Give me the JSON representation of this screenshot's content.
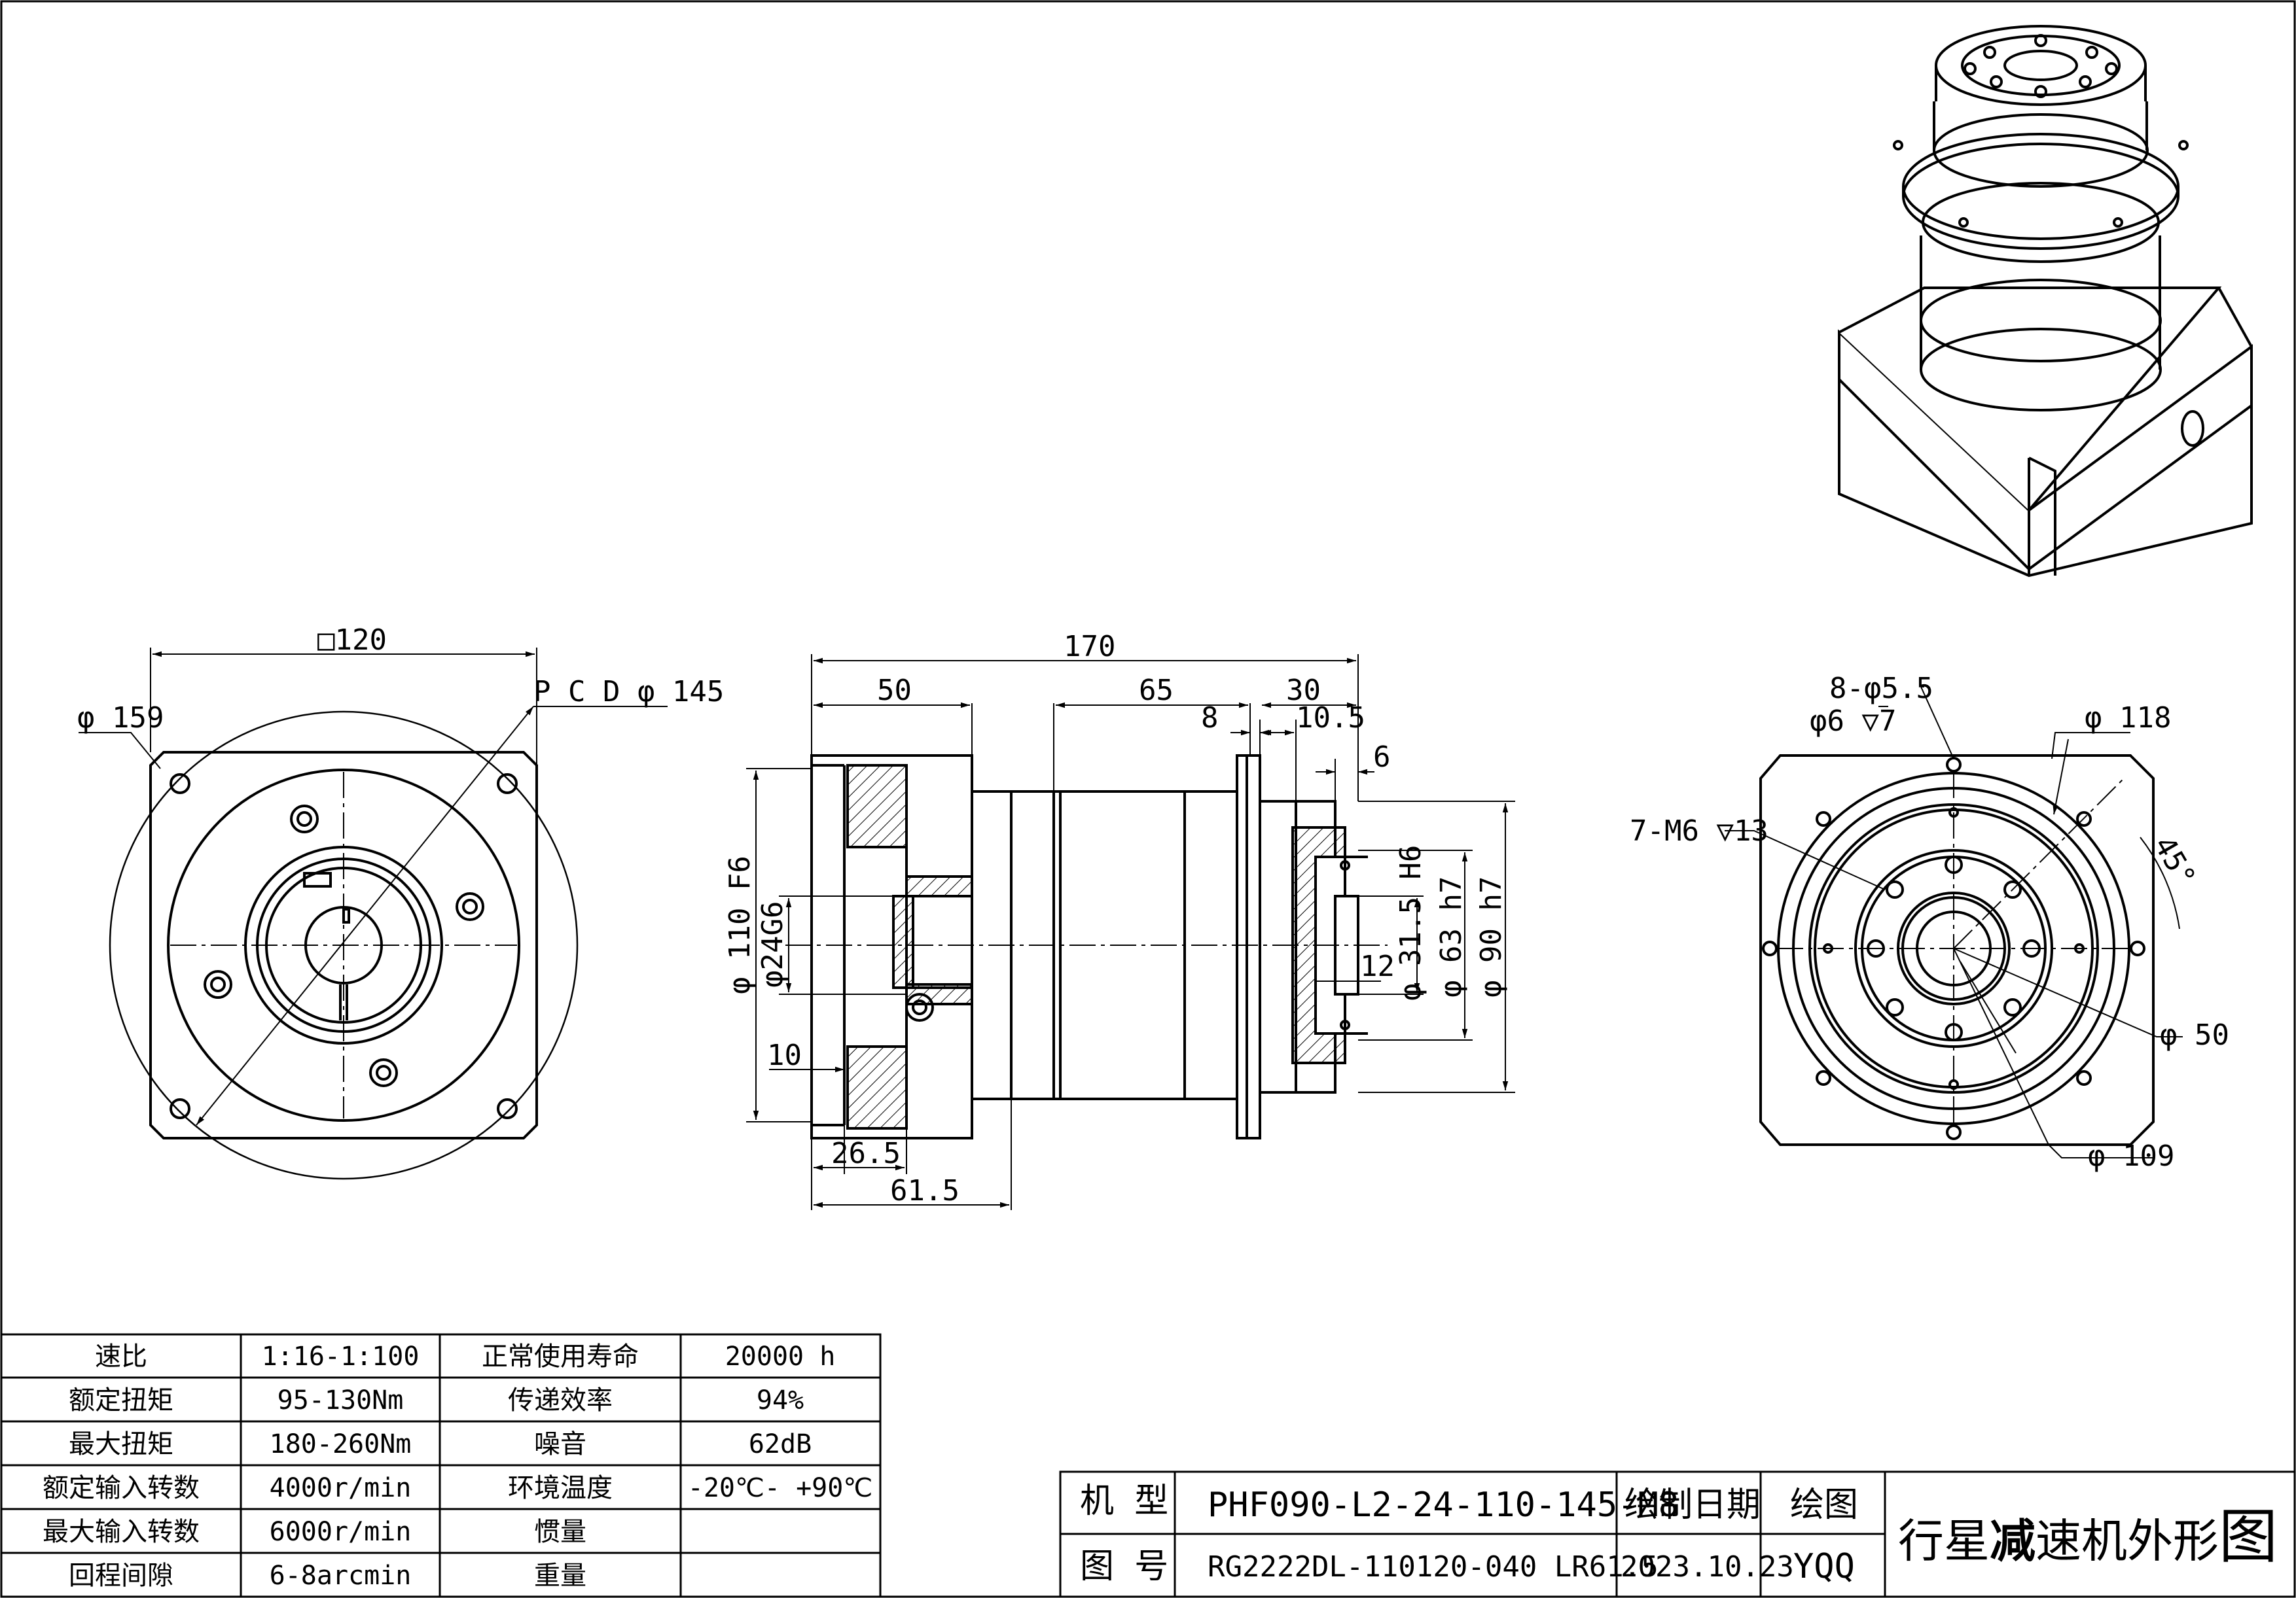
{
  "drawing": {
    "front_view": {
      "dim_square": "□120",
      "dim_outer": "φ 159",
      "dim_pcd": "P C D φ 145"
    },
    "side_view": {
      "dim_total": "170",
      "dim_50": "50",
      "dim_65": "65",
      "dim_30": "30",
      "dim_8": "8",
      "dim_10_5": "10.5",
      "dim_6": "6",
      "dim_110": "φ 110 F6",
      "dim_24": "φ24G6",
      "dim_10": "10",
      "dim_26_5": "26.5",
      "dim_61_5": "61.5",
      "dim_31_5": "φ 31.5 H6",
      "dim_63": "φ 63 h7",
      "dim_90": "φ 90 h7",
      "dim_12": "12"
    },
    "end_view": {
      "callout_holes": "8-φ5.5",
      "callout_holes_depth": "φ6 ▽7",
      "callout_thread": "7-M6 ▽13",
      "dim_118": "φ 118",
      "dim_angle": "45°",
      "dim_50": "φ 50",
      "dim_109": "φ 109"
    }
  },
  "spec_table": {
    "rows": [
      [
        "速比",
        "1:16-1:100",
        "正常使用寿命",
        "20000 h"
      ],
      [
        "额定扭矩",
        "95-130Nm",
        "传递效率",
        "94%"
      ],
      [
        "最大扭矩",
        "180-260Nm",
        "噪音",
        "62dB"
      ],
      [
        "额定输入转数",
        "4000r/min",
        "环境温度",
        "-20℃- +90℃"
      ],
      [
        "最大输入转数",
        "6000r/min",
        "惯量",
        ""
      ],
      [
        "回程间隙",
        "6-8arcmin",
        "重量",
        ""
      ]
    ]
  },
  "title_block": {
    "model_label": "机 型",
    "model_value": "PHF090-L2-24-110-145-M8",
    "drawing_no_label": "图 号",
    "drawing_no_value": "RG2222DL-110120-040 LR61.5",
    "date_label": "绘制日期",
    "date_value": "2023.10.23",
    "drawer_label": "绘图",
    "drawer_value": "YQQ",
    "title_prefix": "行星",
    "title_emph": "减",
    "title_suffix": "速机外形",
    "title_last": "图"
  }
}
